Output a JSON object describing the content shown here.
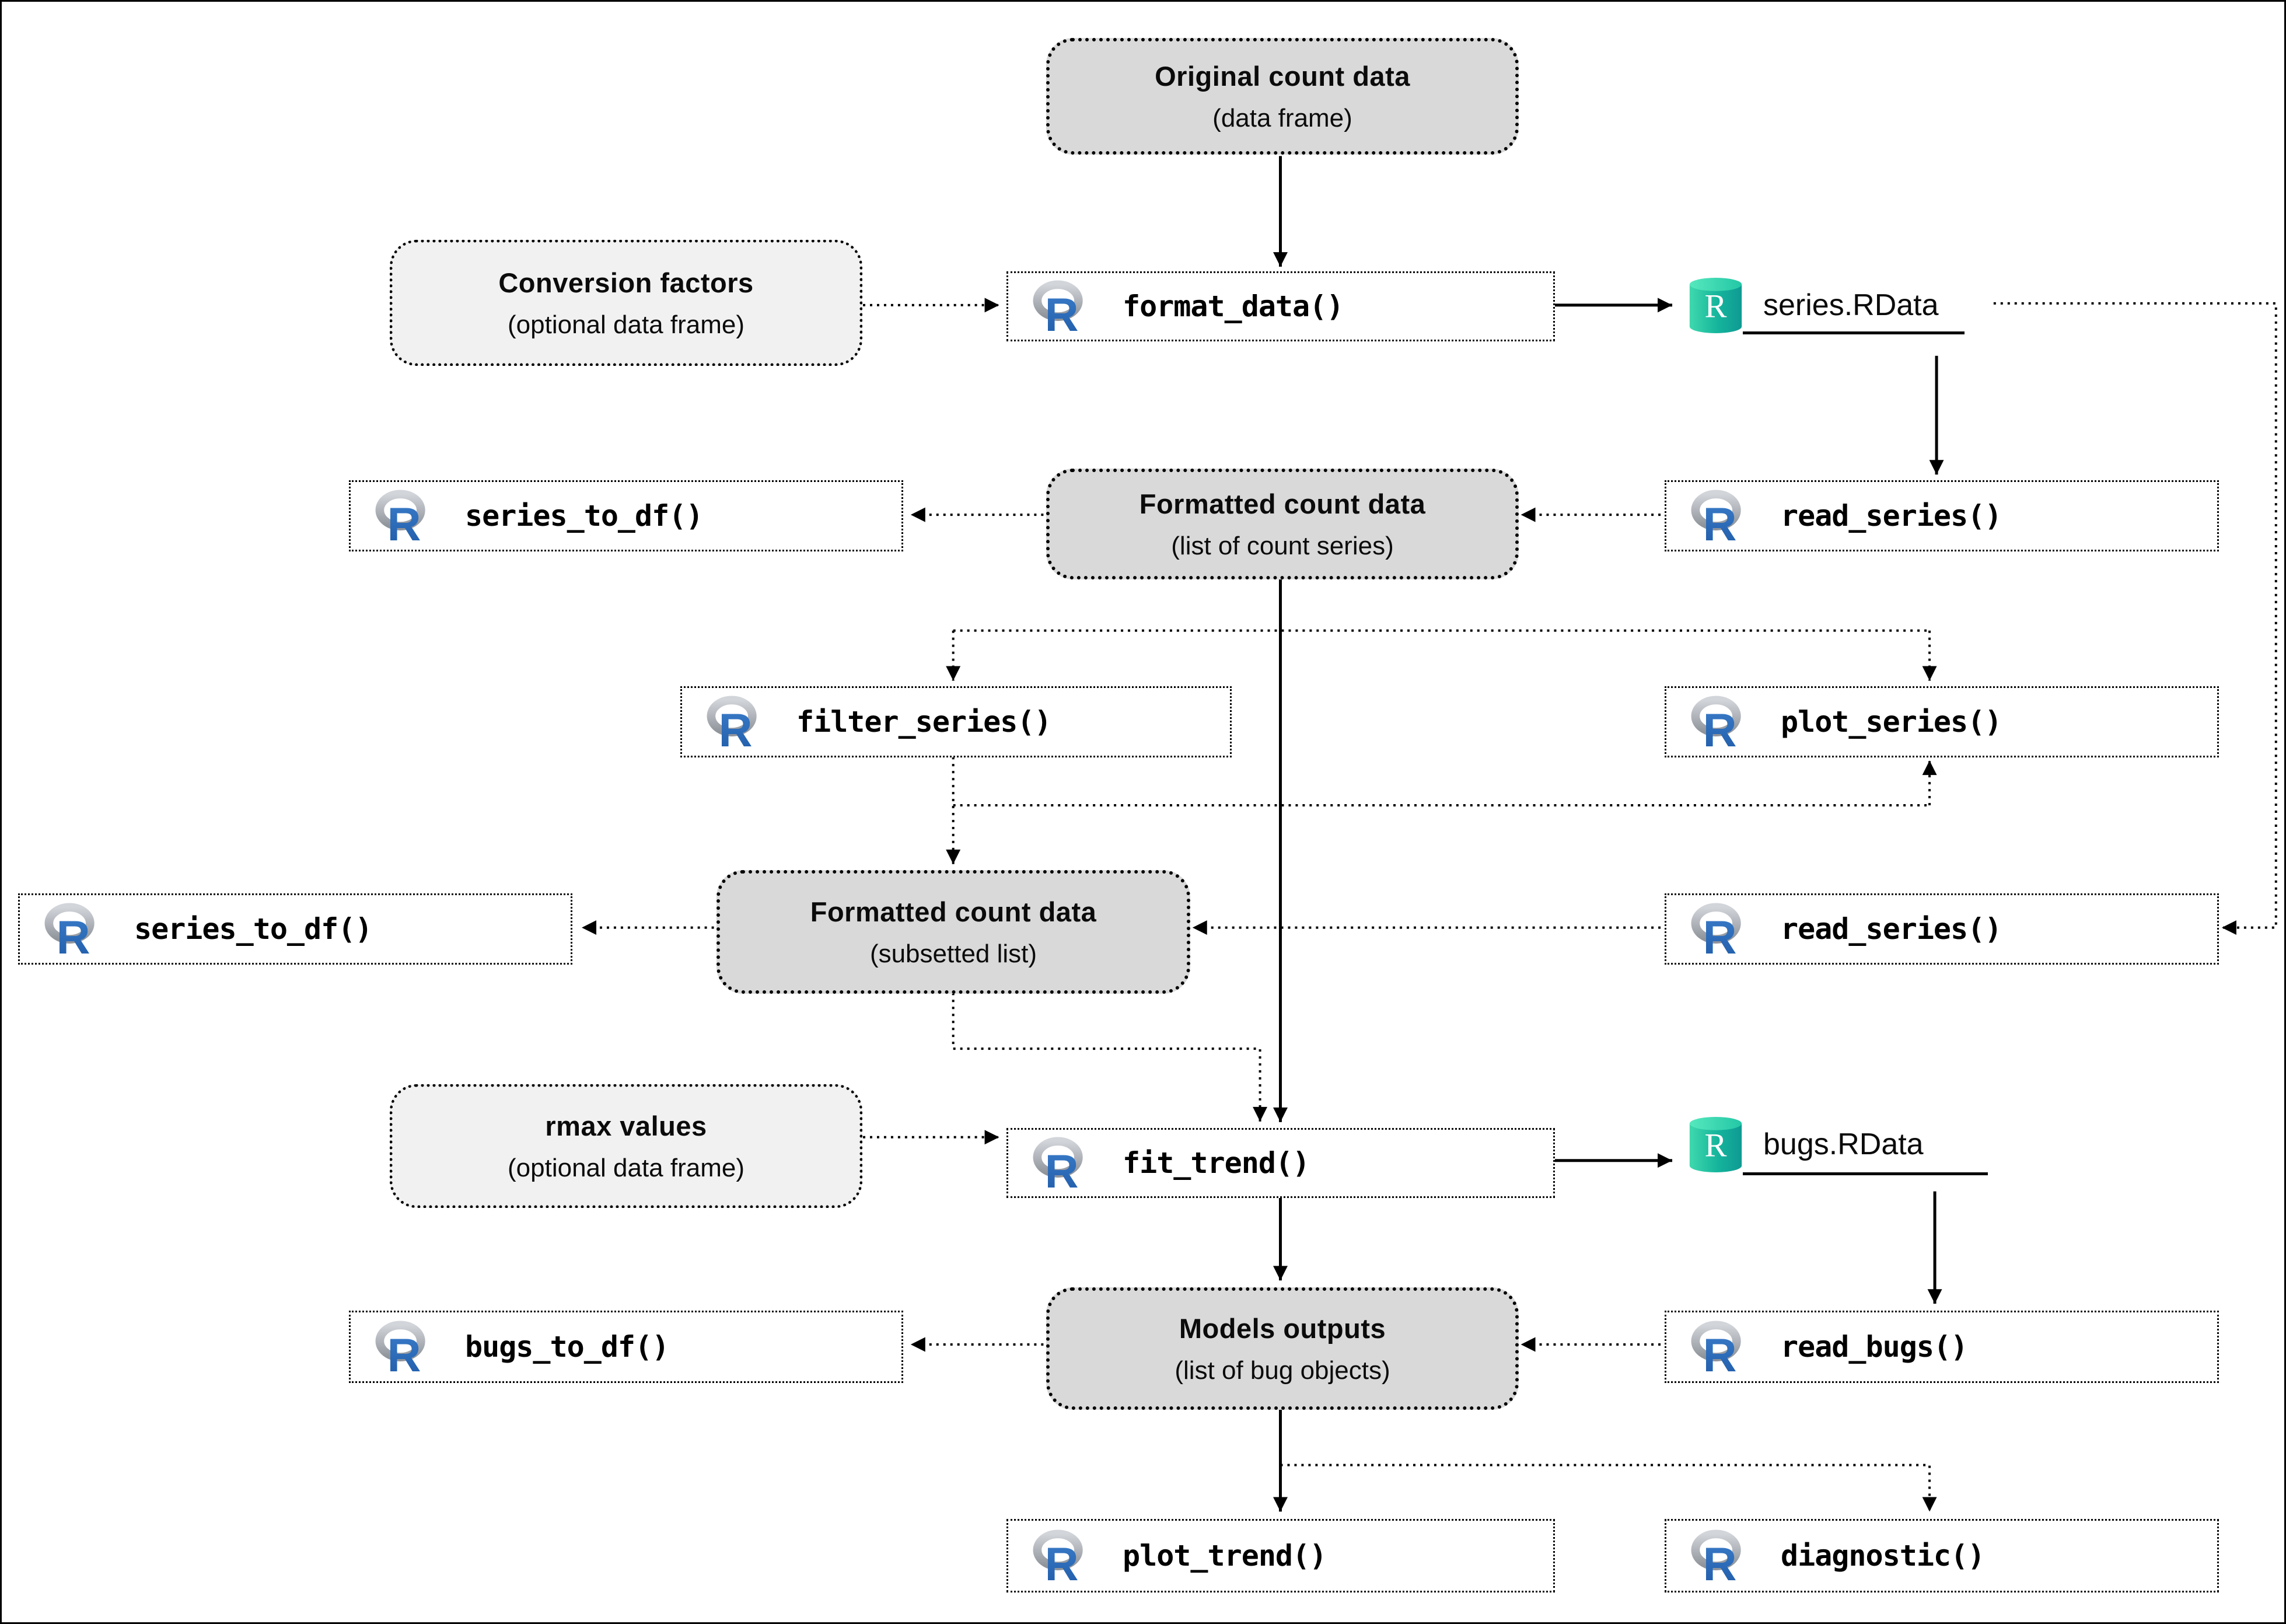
{
  "diagram": {
    "background_color": "#ffffff",
    "frame_color": "#000000",
    "node_fill_dark": "#d9d9d9",
    "node_fill_light": "#f1f1f1",
    "function_fill": "#ffffff",
    "r_logo_blue": "#2a6ab8",
    "rdata_teal": "#14b49c",
    "data_nodes": {
      "original": {
        "title": "Original count data",
        "sub": "(data frame)"
      },
      "conversion": {
        "title": "Conversion factors",
        "sub": "(optional data frame)"
      },
      "formatted": {
        "title": "Formatted count data",
        "sub": "(list of count series)"
      },
      "subsetted": {
        "title": "Formatted count data",
        "sub": "(subsetted list)"
      },
      "rmax": {
        "title": "rmax values",
        "sub": "(optional data frame)"
      },
      "models": {
        "title": "Models outputs",
        "sub": "(list of bug objects)"
      }
    },
    "functions": {
      "format_data": "format_data()",
      "series_to_df_1": "series_to_df()",
      "read_series_1": "read_series()",
      "filter_series": "filter_series()",
      "plot_series": "plot_series()",
      "series_to_df_2": "series_to_df()",
      "read_series_2": "read_series()",
      "fit_trend": "fit_trend()",
      "bugs_to_df": "bugs_to_df()",
      "read_bugs": "read_bugs()",
      "plot_trend": "plot_trend()",
      "diagnostic": "diagnostic()"
    },
    "files": {
      "series_rdata": "series.RData",
      "bugs_rdata": "bugs.RData"
    },
    "icons": {
      "r_logo_letter": "R",
      "rdata_file_letter": "R"
    }
  }
}
